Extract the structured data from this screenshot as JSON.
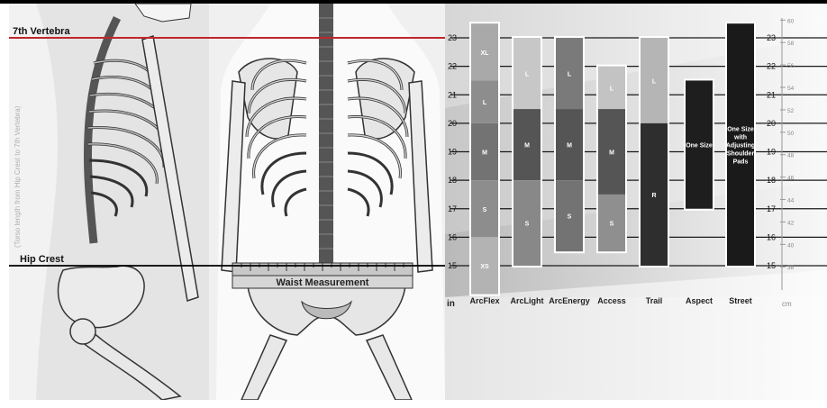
{
  "labels": {
    "vertebra": "7th Vertebra",
    "hip_crest": "Hip Crest",
    "waist": "Waist Measurement",
    "unit_in": "in",
    "unit_cm": "cm",
    "credit": "(Torso length from Hip Crest to 7th Vertebra)"
  },
  "scale": {
    "inches": [
      15,
      16,
      17,
      18,
      19,
      20,
      21,
      22,
      23
    ],
    "cm": [
      38,
      40,
      42,
      44,
      46,
      48,
      50,
      52,
      54,
      56,
      58,
      60
    ]
  },
  "colors": {
    "vertebra_line": "#c0272d",
    "hip_line": "#000000",
    "bone_fill": "#e8e8e8",
    "bone_stroke": "#333333",
    "spine": "#555555"
  },
  "packs": [
    {
      "name": "ArcFlex",
      "range_in": [
        14,
        23.5
      ],
      "sizes": [
        {
          "label": "XL",
          "range_in": [
            21.5,
            23.5
          ],
          "shade": "#a9a9a9"
        },
        {
          "label": "L",
          "range_in": [
            20,
            21.5
          ],
          "shade": "#8d8d8d"
        },
        {
          "label": "M",
          "range_in": [
            18,
            20
          ],
          "shade": "#737373"
        },
        {
          "label": "S",
          "range_in": [
            16,
            18
          ],
          "shade": "#8d8d8d"
        },
        {
          "label": "XS",
          "range_in": [
            14,
            16
          ],
          "shade": "#b3b3b3"
        }
      ]
    },
    {
      "name": "ArcLight",
      "range_in": [
        15,
        23
      ],
      "sizes": [
        {
          "label": "L",
          "range_in": [
            20.5,
            23
          ],
          "shade": "#c7c7c7"
        },
        {
          "label": "M",
          "range_in": [
            18,
            20.5
          ],
          "shade": "#555555"
        },
        {
          "label": "S",
          "range_in": [
            15,
            18
          ],
          "shade": "#888888"
        }
      ]
    },
    {
      "name": "ArcEnergy",
      "range_in": [
        15.5,
        23
      ],
      "sizes": [
        {
          "label": "L",
          "range_in": [
            20.5,
            23
          ],
          "shade": "#7a7a7a"
        },
        {
          "label": "M",
          "range_in": [
            18,
            20.5
          ],
          "shade": "#555555"
        },
        {
          "label": "S",
          "range_in": [
            15.5,
            18
          ],
          "shade": "#737373"
        }
      ]
    },
    {
      "name": "Access",
      "range_in": [
        15.5,
        22
      ],
      "sizes": [
        {
          "label": "L",
          "range_in": [
            20.5,
            22
          ],
          "shade": "#c3c3c3"
        },
        {
          "label": "M",
          "range_in": [
            17.5,
            20.5
          ],
          "shade": "#555555"
        },
        {
          "label": "S",
          "range_in": [
            15.5,
            17.5
          ],
          "shade": "#8f8f8f"
        }
      ]
    },
    {
      "name": "Trail",
      "range_in": [
        15,
        23
      ],
      "sizes": [
        {
          "label": "L",
          "range_in": [
            20,
            23
          ],
          "shade": "#b5b5b5"
        },
        {
          "label": "R",
          "range_in": [
            15,
            20
          ],
          "shade": "#2e2e2e"
        }
      ]
    },
    {
      "name": "Aspect",
      "range_in": [
        17,
        21.5
      ],
      "sizes": [
        {
          "label": "One Size",
          "range_in": [
            17,
            21.5
          ],
          "shade": "#1e1e1e"
        }
      ]
    },
    {
      "name": "Street",
      "range_in": [
        15,
        23.5
      ],
      "sizes": [
        {
          "label": "One Size with Adjusting Shoulder Pads",
          "range_in": [
            15,
            23.5
          ],
          "shade": "#1a1a1a"
        }
      ]
    }
  ]
}
